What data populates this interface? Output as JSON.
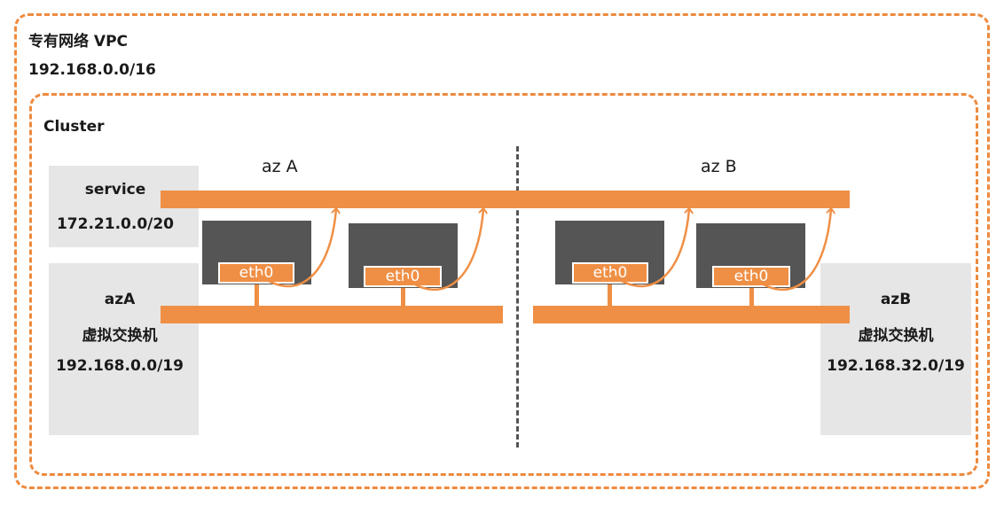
{
  "vpc": {
    "title": "专有网络 VPC",
    "cidr": "192.168.0.0/16"
  },
  "cluster": {
    "title": "Cluster"
  },
  "zones": {
    "a_label": "az A",
    "b_label": "az B"
  },
  "service": {
    "label": "service",
    "cidr": "172.21.0.0/20"
  },
  "switch_a": {
    "name": "azA",
    "type": "虚拟交换机",
    "cidr": "192.168.0.0/19"
  },
  "switch_b": {
    "name": "azB",
    "type": "虚拟交换机",
    "cidr": "192.168.32.0/19"
  },
  "eth_label": "eth0",
  "colors": {
    "accent": "#ef8f45",
    "node": "#555555",
    "panel": "#e6e6e6",
    "border": "#ee8a3e"
  }
}
